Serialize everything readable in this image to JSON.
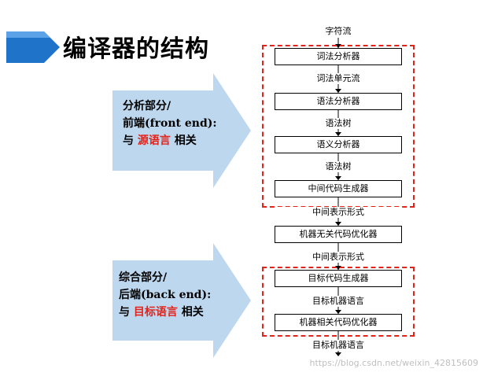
{
  "title": "编译器的结构",
  "front_group": {
    "line1": "分析部分/",
    "line2": "前端(front end):",
    "line3_prefix": "与",
    "line3_red": "源语言",
    "line3_suffix": "相关"
  },
  "back_group": {
    "line1": "综合部分/",
    "line2": "后端(back end):",
    "line3_prefix": "与",
    "line3_red": "目标语言",
    "line3_suffix": "相关"
  },
  "flow": {
    "input_label": "字符流",
    "steps": [
      {
        "box": "词法分析器",
        "out": "词法单元流"
      },
      {
        "box": "语法分析器",
        "out": "语法树"
      },
      {
        "box": "语义分析器",
        "out": "语法树"
      },
      {
        "box": "中间代码生成器",
        "out": "中间表示形式"
      },
      {
        "box": "机器无关代码优化器",
        "out": "中间表示形式"
      },
      {
        "box": "目标代码生成器",
        "out": "目标机器语言"
      },
      {
        "box": "机器相关代码优化器",
        "out": "目标机器语言"
      }
    ]
  },
  "watermark": "https://blog.csdn.net/weixin_42815609",
  "colors": {
    "arrow_fill": "#bdd7ee",
    "banner_dark": "#1f73c8",
    "banner_light": "#5ba3e6",
    "dash_red": "#e2231a"
  }
}
